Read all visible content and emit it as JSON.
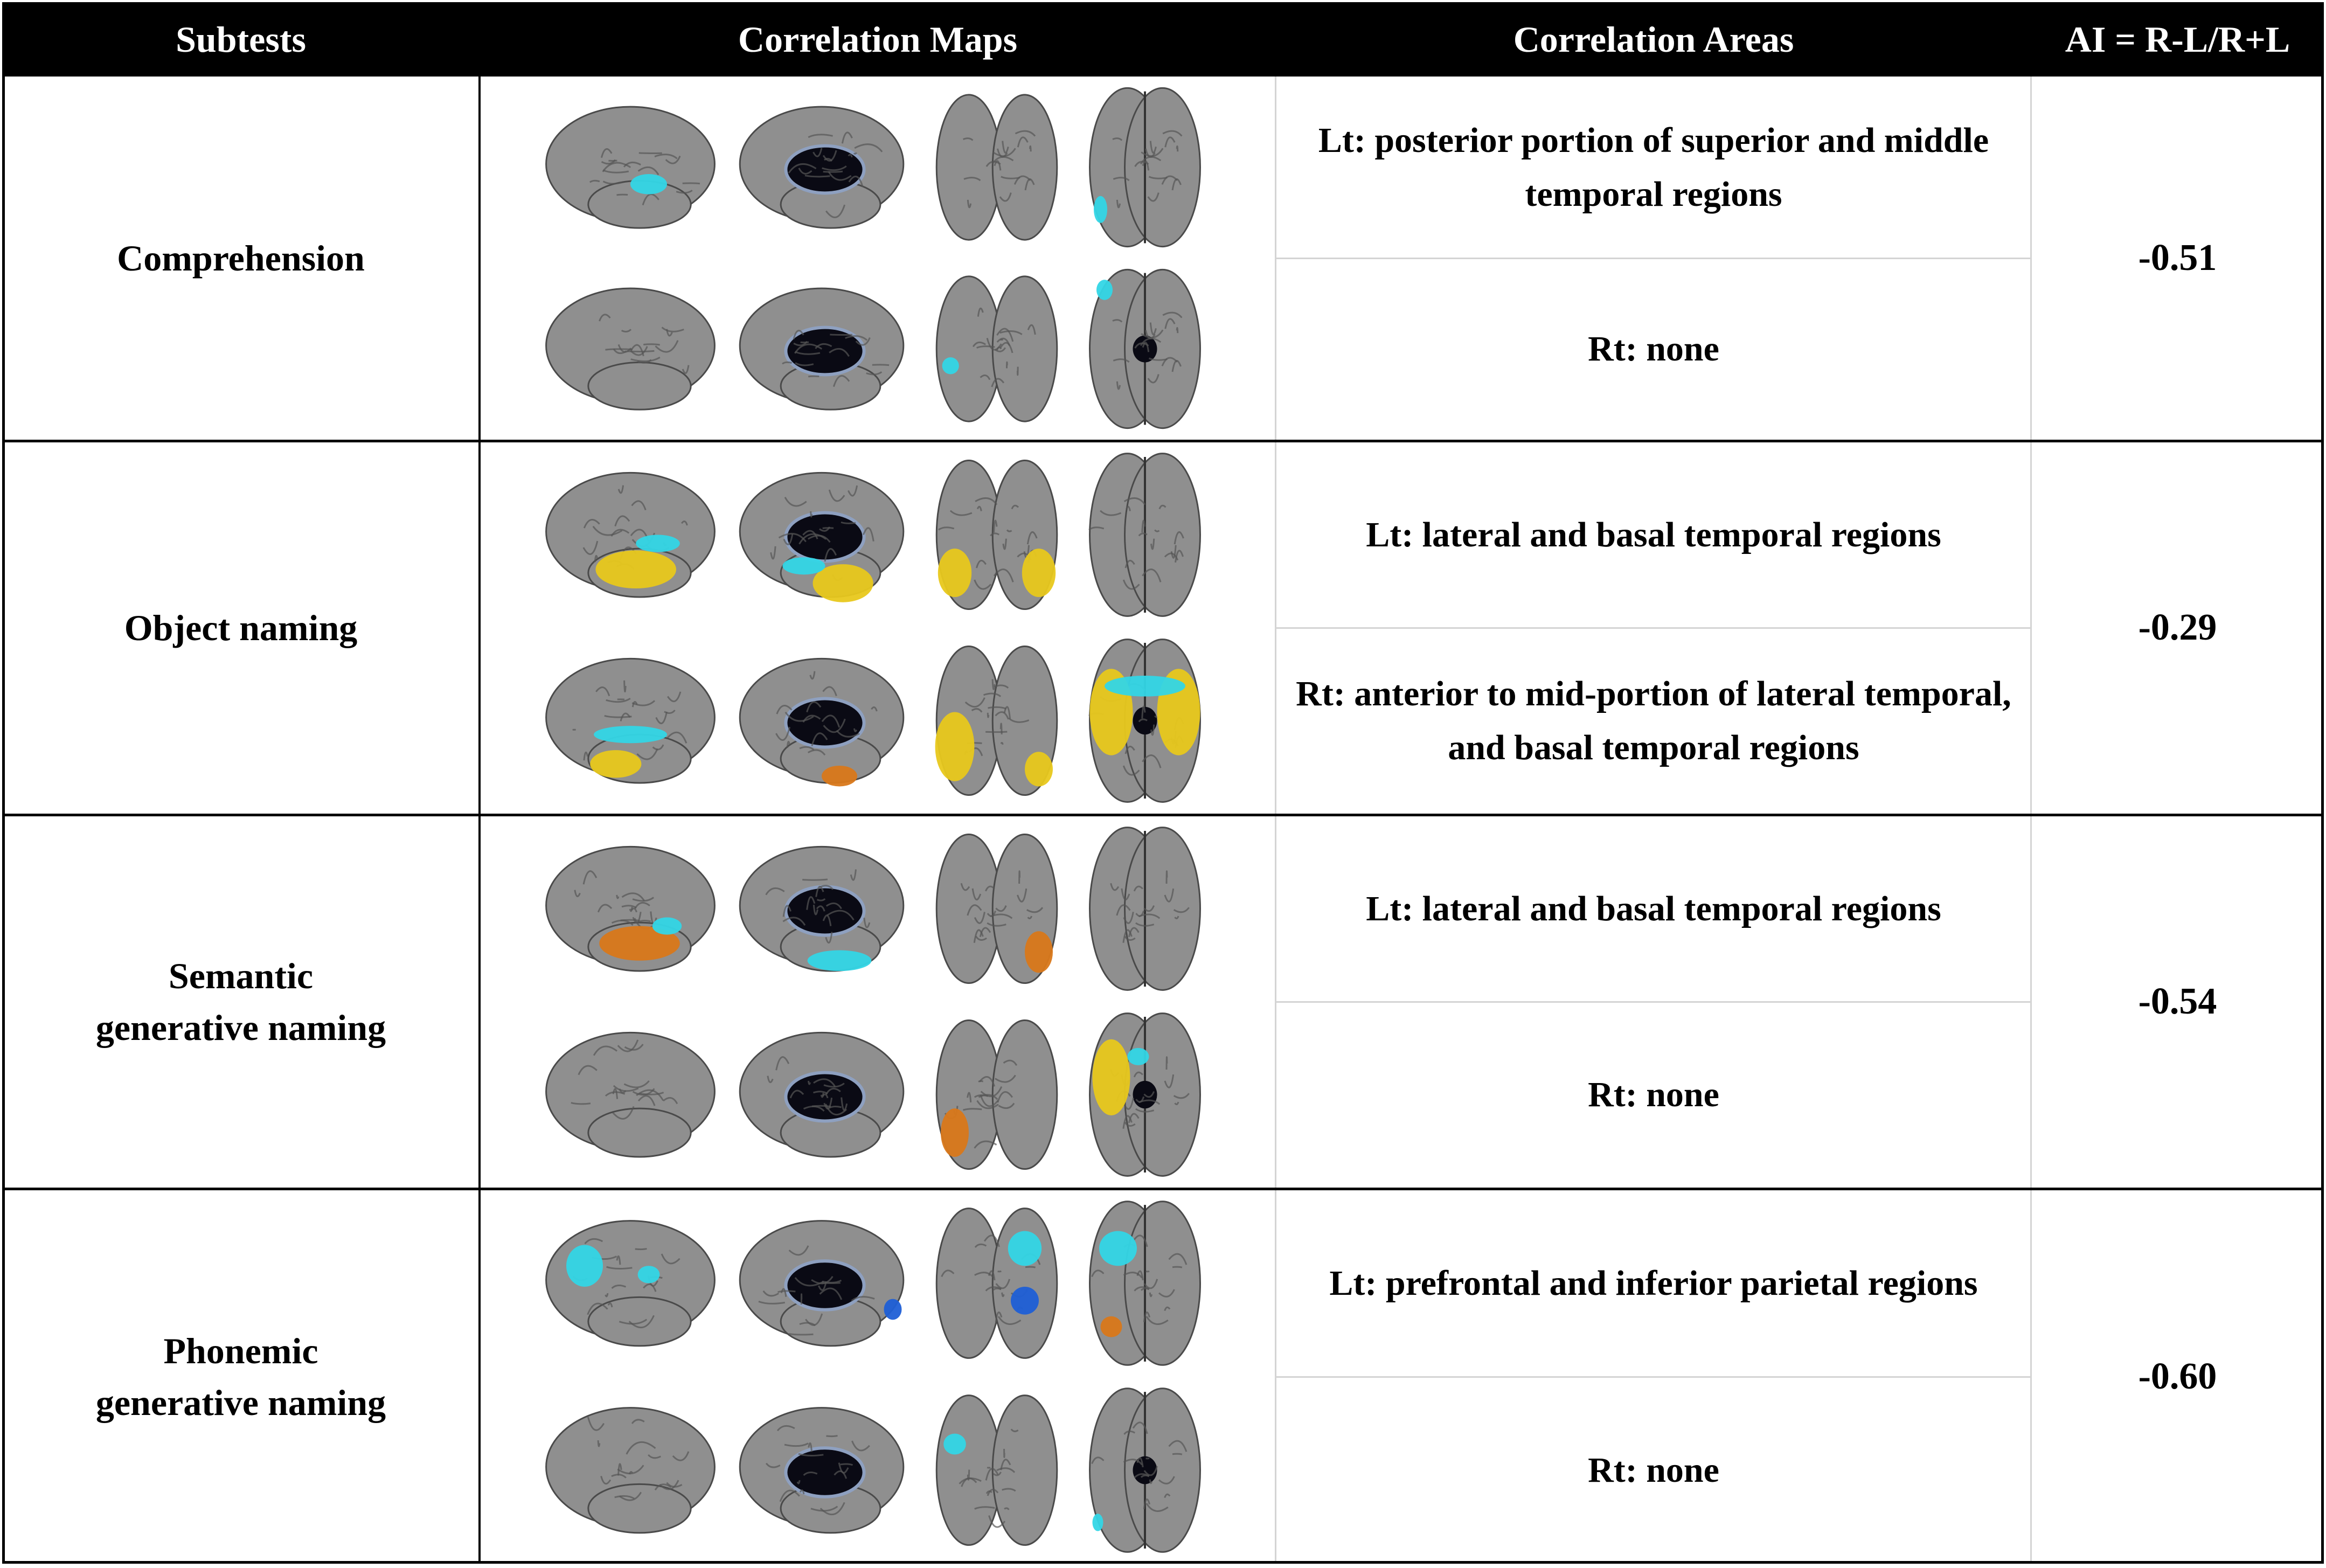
{
  "header": {
    "subtests": "Subtests",
    "maps": "Correlation Maps",
    "areas": "Correlation Areas",
    "ai": "AI = R-L/R+L"
  },
  "colors": {
    "header_bg": "#000000",
    "header_text": "#ffffff",
    "cortex": "#8f8f8f",
    "activation_cyan": "#33d6e6",
    "activation_yellow": "#e8c81c",
    "activation_orange": "#d9781a",
    "activation_blue": "#1f5fd6"
  },
  "rows": [
    {
      "name": "Comprehension",
      "lt": "Lt:  posterior portion of superior and middle temporal regions",
      "rt": "Rt: none",
      "ai": "-0.51",
      "views": [
        "left-lateral-view",
        "left-medial-view",
        "anterior-view",
        "superior-view",
        "right-lateral-view",
        "right-medial-view",
        "posterior-view",
        "inferior-view"
      ]
    },
    {
      "name": "Object naming",
      "lt": "Lt: lateral and basal temporal regions",
      "rt": "Rt: anterior to mid-portion of lateral temporal, and basal temporal regions",
      "ai": "-0.29",
      "views": [
        "left-lateral-view",
        "left-medial-view",
        "anterior-view",
        "superior-view",
        "right-lateral-view",
        "right-medial-view",
        "posterior-view",
        "inferior-view"
      ]
    },
    {
      "name": "Semantic generative naming",
      "lt": "Lt: lateral and basal temporal regions",
      "rt": "Rt: none",
      "ai": "-0.54",
      "views": [
        "left-lateral-view",
        "left-medial-view",
        "anterior-view",
        "superior-view",
        "right-lateral-view",
        "right-medial-view",
        "posterior-view",
        "inferior-view"
      ]
    },
    {
      "name": "Phonemic generative naming",
      "lt": "Lt: prefrontal and inferior parietal regions",
      "rt": "Rt: none",
      "ai": "-0.60",
      "views": [
        "left-lateral-view",
        "left-medial-view",
        "anterior-view",
        "superior-view",
        "right-lateral-view",
        "right-medial-view",
        "posterior-view",
        "inferior-view"
      ]
    }
  ]
}
